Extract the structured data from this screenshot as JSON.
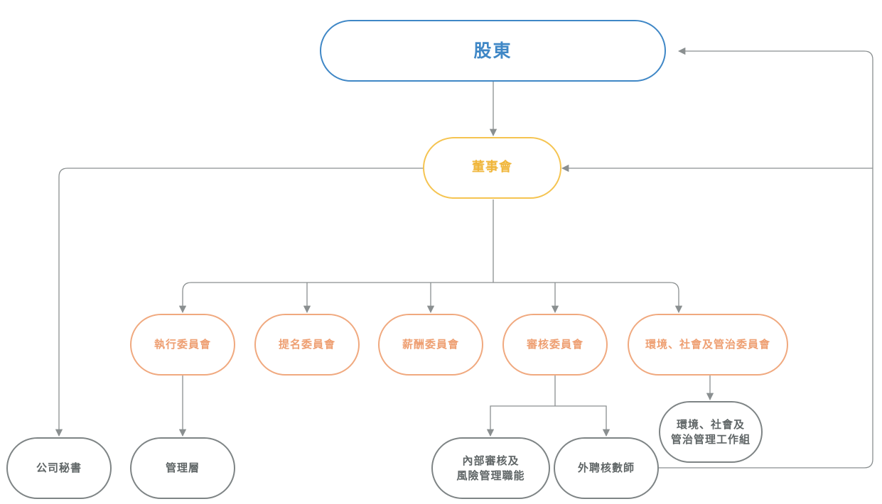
{
  "org_chart": {
    "shareholders": "股東",
    "board": "董事會",
    "committees": {
      "executive": "執行委員會",
      "nomination": "提名委員會",
      "remuneration": "薪酬委員會",
      "audit": "審核委員會",
      "esg": "環境、社會及管治委員會"
    },
    "company_secretary": "公司秘書",
    "management": "管理層",
    "internal_audit": "內部審核及\n風險管理職能",
    "external_auditor": "外聘核數師",
    "esg_working_group": "環境、社會及\n管治管理工作組"
  },
  "colors": {
    "shareholders": "#3f87c6",
    "board": "#f5c451",
    "committee": "#f0a97f",
    "grey_node": "#7e8485",
    "connector": "#8a8f90"
  }
}
